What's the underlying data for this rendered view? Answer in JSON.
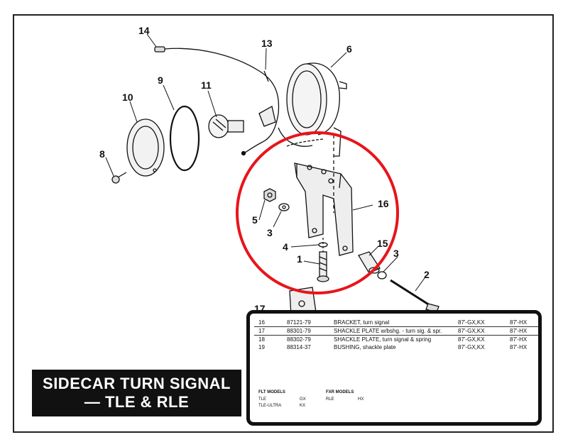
{
  "callouts": {
    "c14": "14",
    "c13": "13",
    "c6": "6",
    "c9": "9",
    "c11": "11",
    "c10": "10",
    "c8": "8",
    "c16": "16",
    "c5": "5",
    "c3a": "3",
    "c4": "4",
    "c1": "1",
    "c15": "15",
    "c3b": "3",
    "c2": "2",
    "c17": "17"
  },
  "title": {
    "line1": "SIDECAR TURN SIGNAL",
    "line2": "— TLE & RLE"
  },
  "parts": [
    {
      "no": "16",
      "part": "87121-79",
      "desc": "BRACKET, turn signal",
      "m1": "87'-GX,KX",
      "m2": "87'-HX"
    },
    {
      "no": "17",
      "part": "88301-79",
      "desc": "SHACKLE PLATE w/bshg. - turn sig. & spr.",
      "m1": "87'-GX,KX",
      "m2": "87'-HX"
    },
    {
      "no": "18",
      "part": "88302-79",
      "desc": "SHACKLE PLATE, turn signal & spring",
      "m1": "87'-GX,KX",
      "m2": "87'-HX"
    },
    {
      "no": "19",
      "part": "88314-37",
      "desc": "BUSHING, shackle plate",
      "m1": "87'-GX,KX",
      "m2": "87'-HX"
    }
  ],
  "models": {
    "flt_header": "FLT MODELS",
    "fxr_header": "FXR MODELS",
    "tle": "TLE",
    "tle_code": "GX",
    "tle_ultra": "TLE-ULTRA",
    "tle_ultra_code": "KX",
    "rle": "RLE",
    "rle_code": "HX"
  },
  "colors": {
    "highlight_circle": "#e8141b",
    "ink": "#111111"
  }
}
